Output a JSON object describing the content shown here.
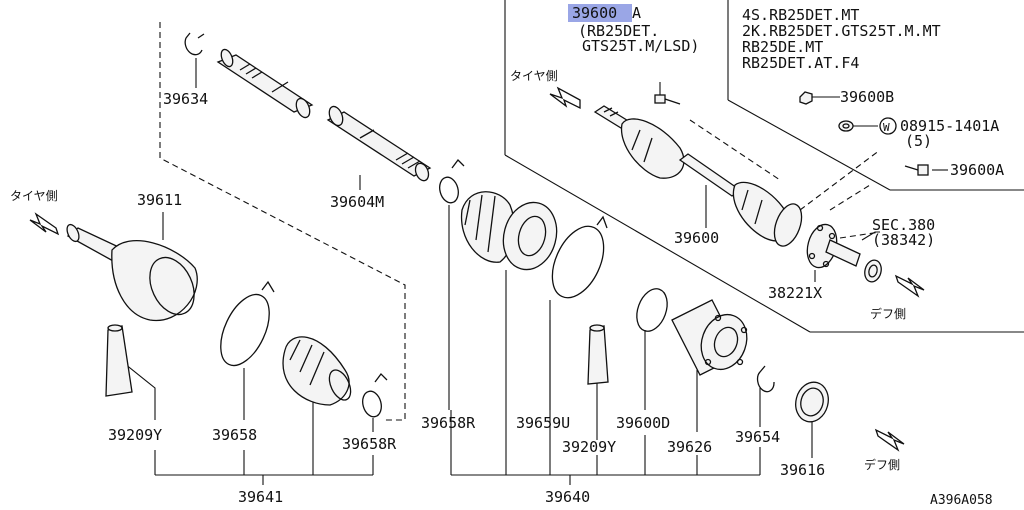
{
  "labels": {
    "p39634": "39634",
    "p39604M": "39604M",
    "p39611": "39611",
    "p39209Y_left": "39209Y",
    "p39658": "39658",
    "p39641": "39641",
    "p39658R_left": "39658R",
    "p39658R_mid": "39658R",
    "p39659U": "39659U",
    "p39209Y_mid": "39209Y",
    "p39600D": "39600D",
    "p39626": "39626",
    "p39654": "39654",
    "p39616": "39616",
    "p39640": "39640",
    "p39600": "39600",
    "p38221X": "38221X",
    "p39600B": "39600B",
    "p39600A_right": "39600A",
    "washer_part": "08915-1401A",
    "washer_qty": "(5)",
    "washer_symbol": "W",
    "sec_ref": "SEC.380",
    "sec_sub": "(38342)",
    "top_code_hl": "39600",
    "top_code_suffix": "A",
    "top_note_1": "(RB25DET.",
    "top_note_2": "GTS25T.M/LSD)",
    "app_1": "4S.RB25DET.MT",
    "app_2": "2K.RB25DET.GTS25T.M.MT",
    "app_3": "RB25DE.MT",
    "app_4": "RB25DET.AT.F4",
    "tire_side_left": "タイヤ側",
    "tire_side_top": "タイヤ側",
    "diff_side_right": "デフ側",
    "diff_side_bottom": "デフ側",
    "diagram_code": "A396A058"
  }
}
